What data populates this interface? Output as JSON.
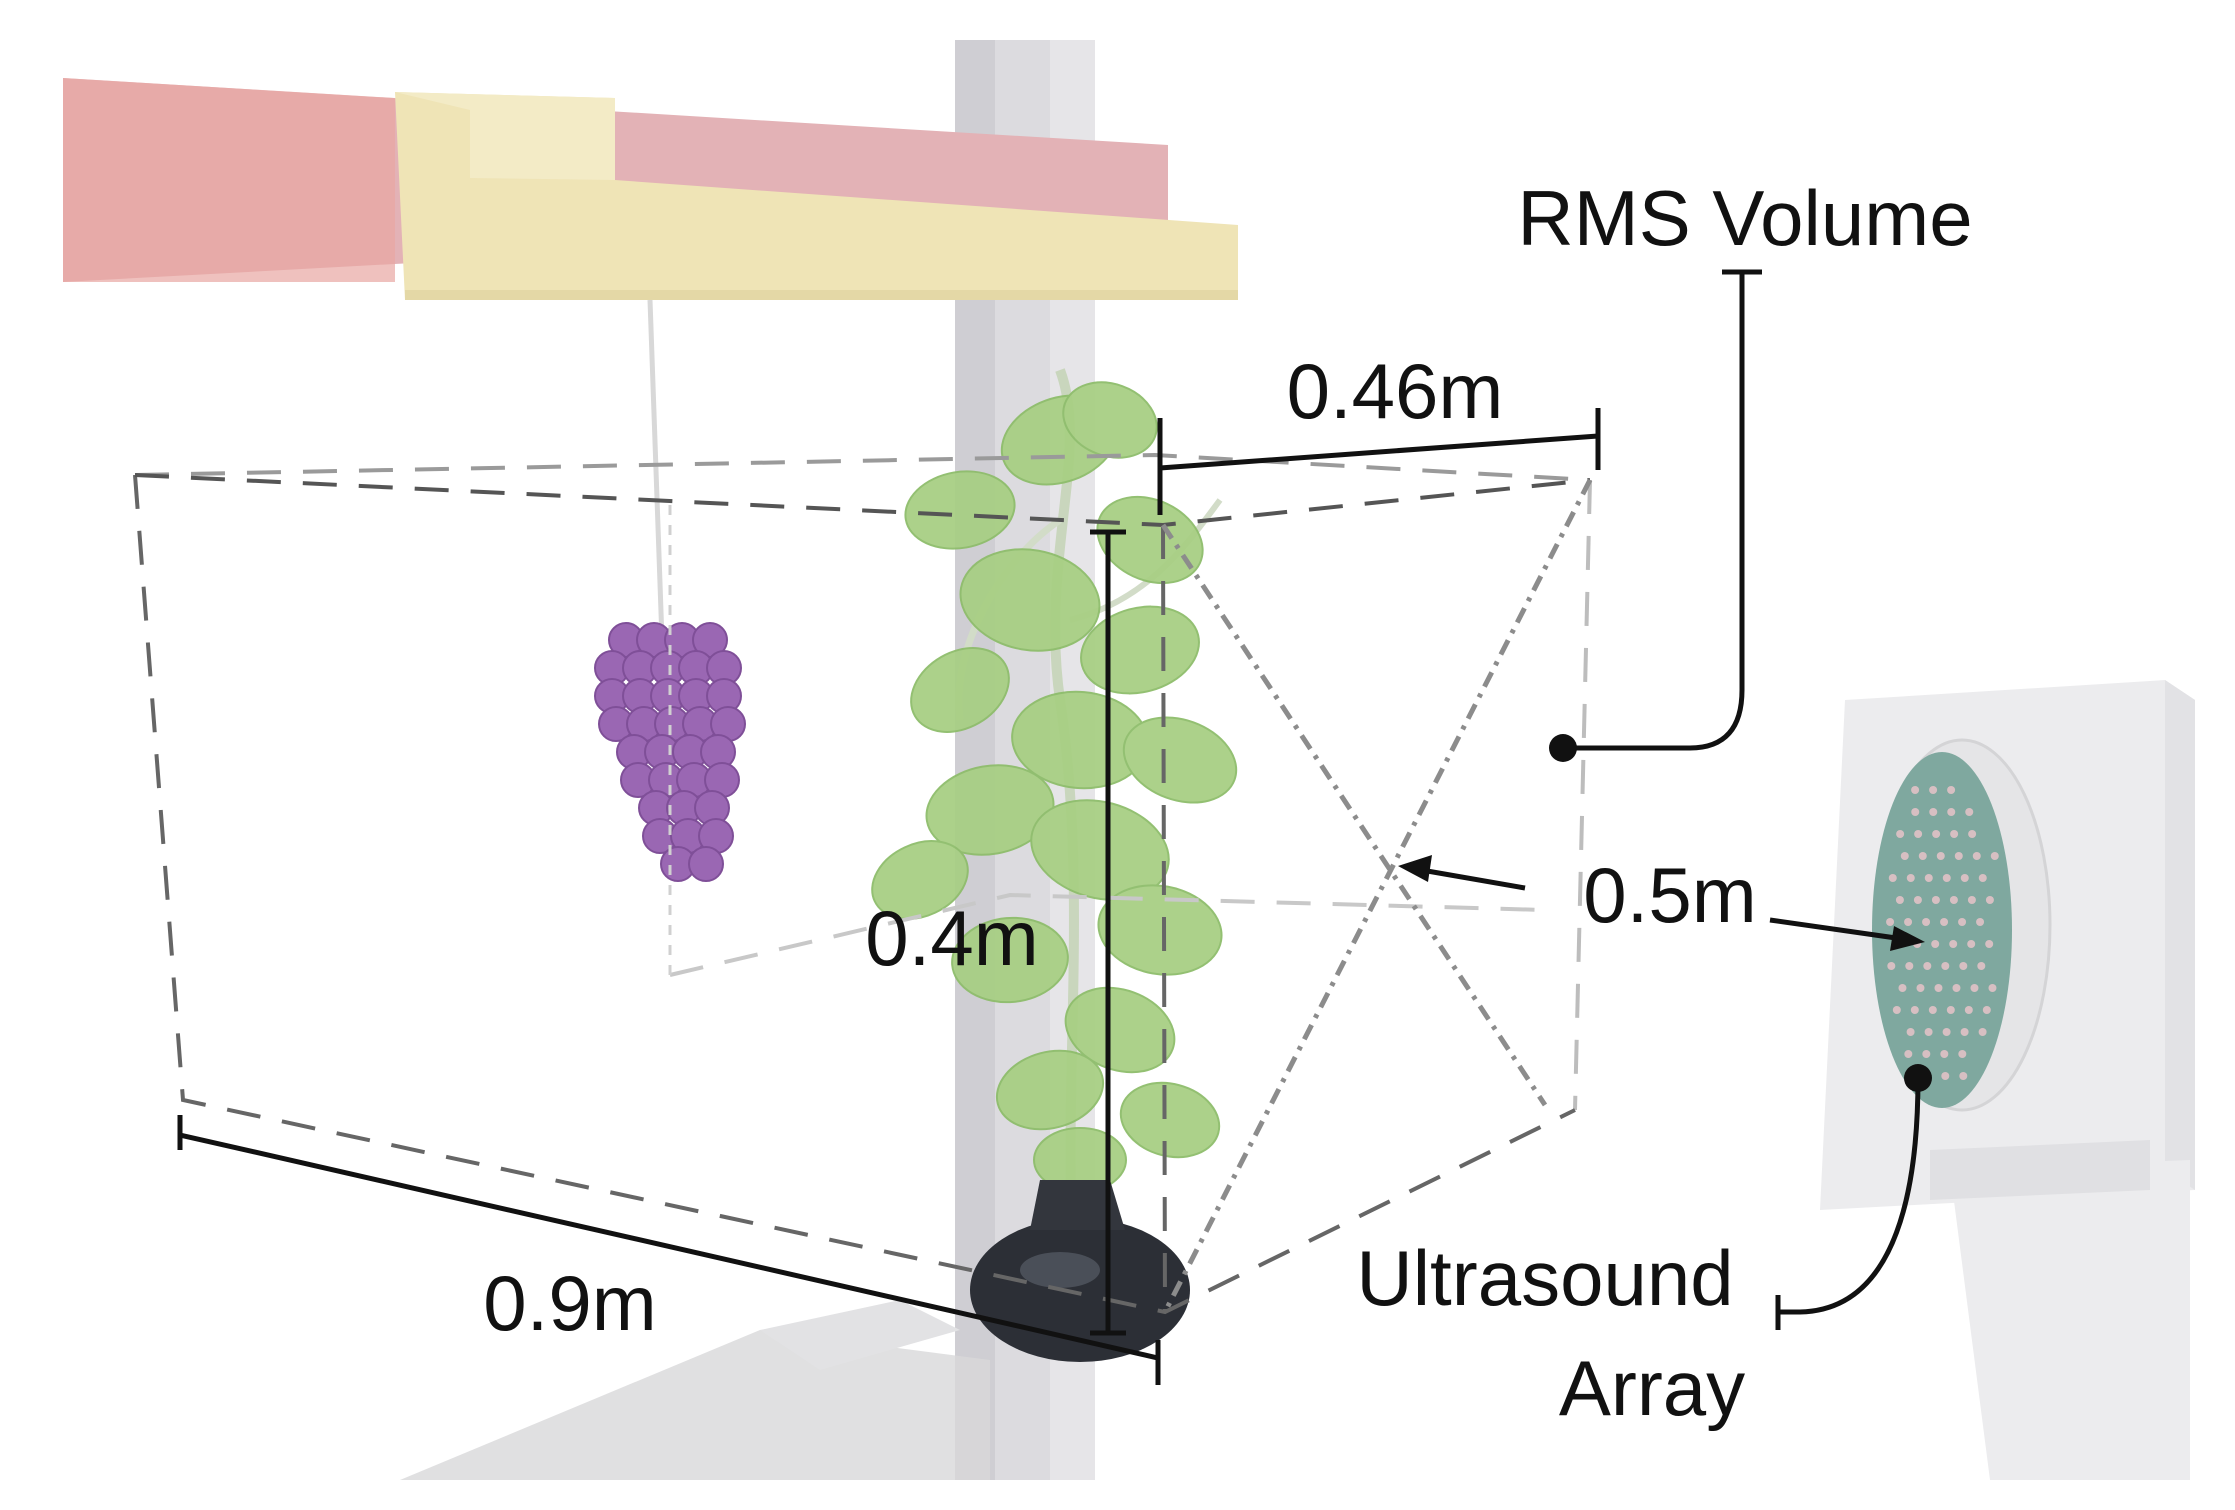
{
  "labels": {
    "rms_volume": "RMS Volume",
    "width": "0.46m",
    "height": "0.4m",
    "length": "0.9m",
    "distance": "0.5m",
    "ultrasound_line1": "Ultrasound",
    "ultrasound_line2": "Array"
  },
  "colors": {
    "rail_red": "#e3b2b6",
    "rail_yellow": "#efe4b6",
    "post": "#d9d8dc",
    "leaf": "#a8cf84",
    "leaf_dark": "#86b663",
    "grape": "#9a67b3",
    "pot": "#2c2f36",
    "array_face": "#7fa89f",
    "box_dash": "#777777",
    "annotation": "#111111"
  }
}
